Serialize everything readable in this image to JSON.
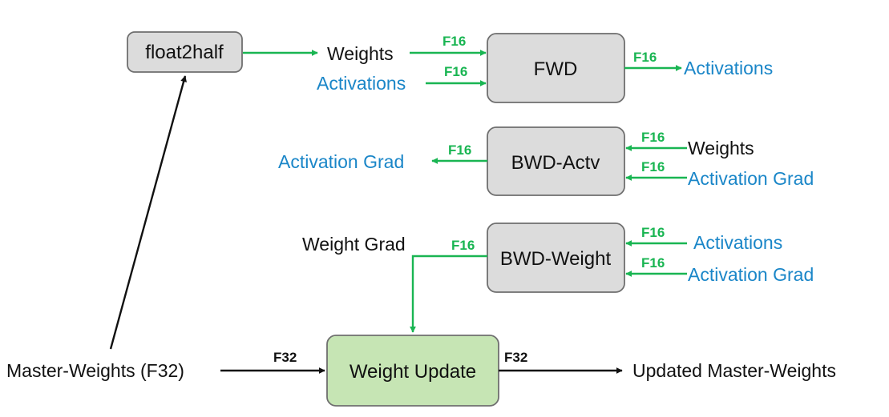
{
  "colors": {
    "green_arrow": "#19b552",
    "black_arrow": "#111111",
    "blue_text": "#1a86c8",
    "box_gray_fill": "#dcdcdc",
    "box_green_fill": "#c6e5b4",
    "box_border": "#6f6f6f"
  },
  "boxes": {
    "float2half": "float2half",
    "fwd": "FWD",
    "bwd_actv": "BWD-Actv",
    "bwd_weight": "BWD-Weight",
    "weight_update": "Weight Update"
  },
  "labels": {
    "weights_top": "Weights",
    "activations_in_fwd": "Activations",
    "activations_out_fwd": "Activations",
    "activation_grad_out": "Activation Grad",
    "weights_bwd_actv": "Weights",
    "activation_grad_in_bwd_actv": "Activation Grad",
    "weight_grad": "Weight Grad",
    "activations_bwd_weight": "Activations",
    "activation_grad_in_bwd_weight": "Activation Grad",
    "master_weights": "Master-Weights (F32)",
    "updated_master_weights": "Updated Master-Weights"
  },
  "precision_tags": {
    "f16": "F16",
    "f32": "F32"
  }
}
